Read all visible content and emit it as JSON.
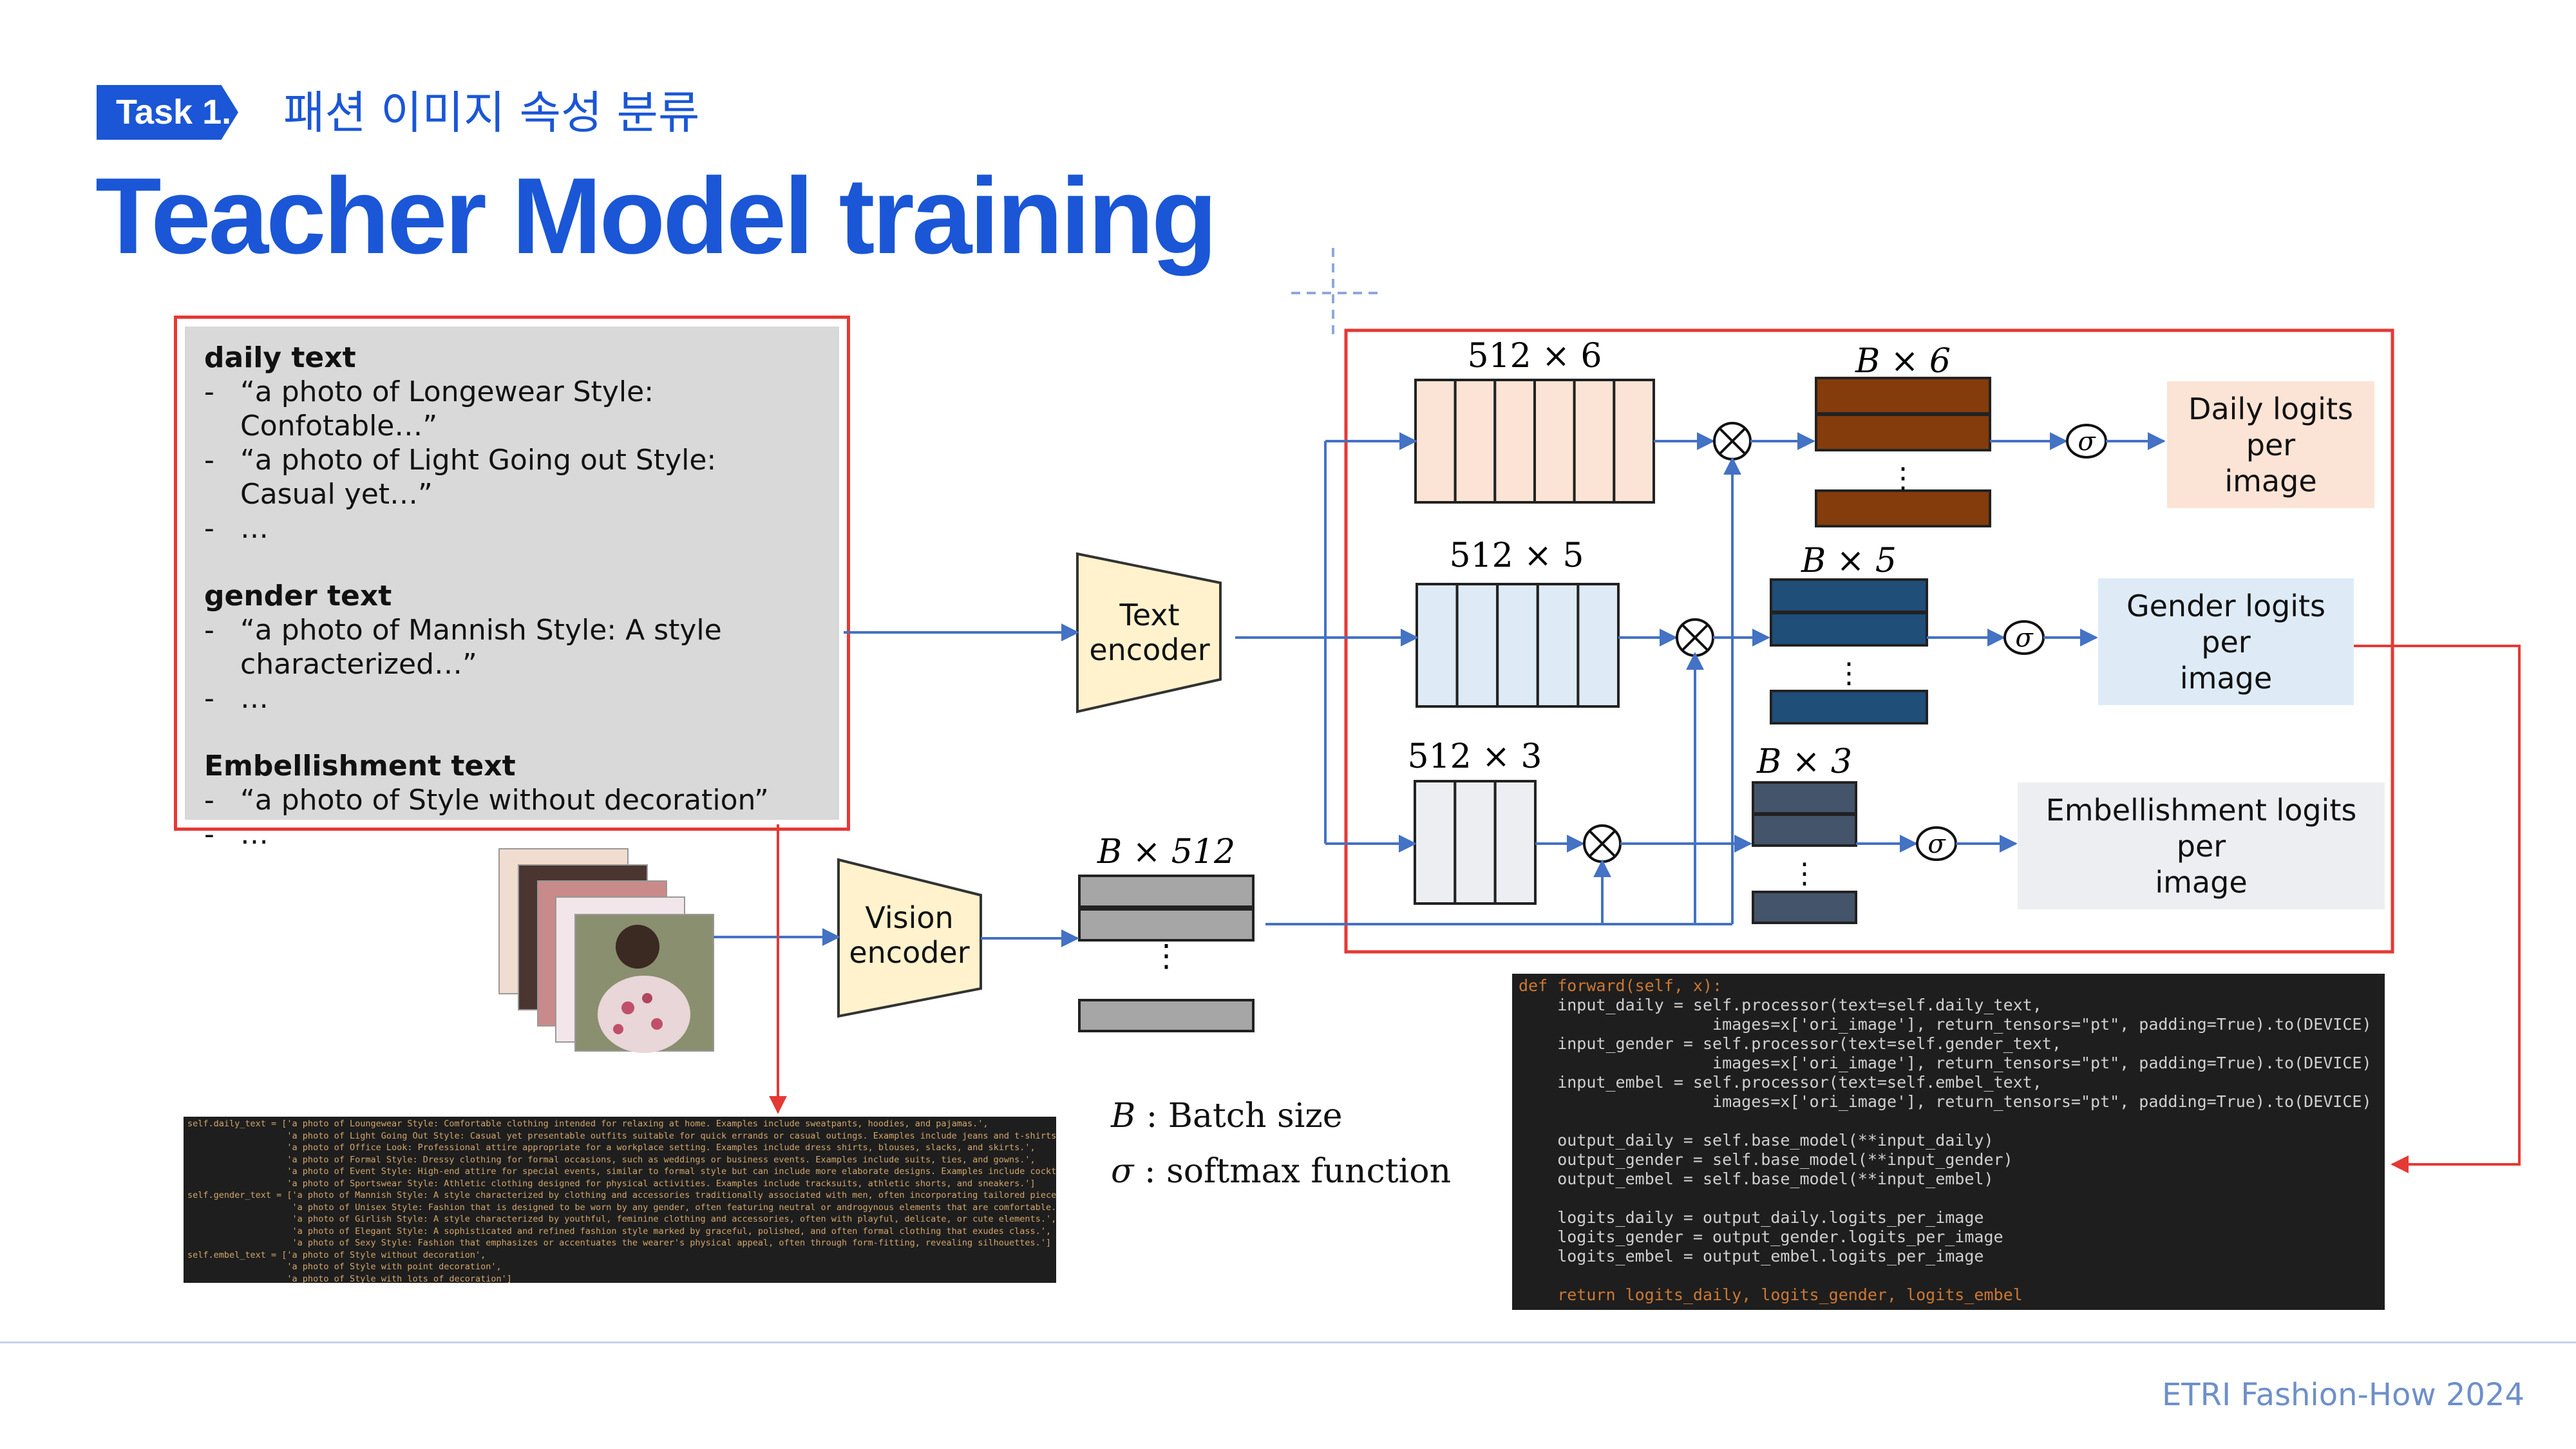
{
  "header": {
    "task_badge": "Task 1.",
    "subtitle": "패션 이미지 속성 분류",
    "title": "Teacher Model training"
  },
  "text_panel": {
    "groups": [
      {
        "heading": "daily text",
        "items": [
          "“a photo of Longewear Style: Confotable…”",
          "“a photo of Light Going out Style: Casual yet…”",
          "…"
        ]
      },
      {
        "heading": "gender text",
        "items": [
          "“a photo of Mannish Style: A style characterized…”",
          "…"
        ]
      },
      {
        "heading": "Embellishment text",
        "items": [
          "“a photo of Style without decoration”",
          "…"
        ]
      }
    ]
  },
  "diagram": {
    "text_encoder": "Text\nencoder",
    "vision_encoder": "Vision\nencoder",
    "image_feature_label": "B × 512",
    "heads": [
      {
        "weight_label": "512 × 6",
        "output_label": "B × 6",
        "result": "Daily logits\nper\nimage",
        "columns": 6,
        "weight_fill": "#fbe4d5",
        "output_fill": "#843c0c",
        "result_fill": "#fbe4d5"
      },
      {
        "weight_label": "512 × 5",
        "output_label": "B × 5",
        "result": "Gender logits\nper\nimage",
        "columns": 5,
        "weight_fill": "#deebf7",
        "output_fill": "#1f4e79",
        "result_fill": "#deebf7"
      },
      {
        "weight_label": "512 × 3",
        "output_label": "B × 3",
        "result": "Embellishment logits\nper\nimage",
        "columns": 3,
        "weight_fill": "#edeef2",
        "output_fill": "#44546a",
        "result_fill": "#edeef2"
      }
    ],
    "legend": [
      {
        "symbol": "B",
        "text": "Batch size"
      },
      {
        "symbol": "σ",
        "text": "softmax function"
      }
    ]
  },
  "code_text_defs": [
    "self.daily_text = ['a photo of Loungewear Style: Comfortable clothing intended for relaxing at home. Examples include sweatpants, hoodies, and pajamas.',",
    "                   'a photo of Light Going Out Style: Casual yet presentable outfits suitable for quick errands or casual outings. Examples include jeans and t-shirts.',",
    "                   'a photo of Office Look: Professional attire appropriate for a workplace setting. Examples include dress shirts, blouses, slacks, and skirts.',",
    "                   'a photo of Formal Style: Dressy clothing for formal occasions, such as weddings or business events. Examples include suits, ties, and gowns.',",
    "                   'a photo of Event Style: High-end attire for special events, similar to formal style but can include more elaborate designs. Examples include cocktail dresses.',",
    "                   'a photo of Sportswear Style: Athletic clothing designed for physical activities. Examples include tracksuits, athletic shorts, and sneakers.']",
    "self.gender_text = ['a photo of Mannish Style: A style characterized by clothing and accessories traditionally associated with men, often incorporating tailored pieces.',",
    "                    'a photo of Unisex Style: Fashion that is designed to be worn by any gender, often featuring neutral or androgynous elements that are comfortable.',",
    "                    'a photo of Girlish Style: A style characterized by youthful, feminine clothing and accessories, often with playful, delicate, or cute elements.',",
    "                    'a photo of Elegant Style: A sophisticated and refined fashion style marked by graceful, polished, and often formal clothing that exudes class.',",
    "                    'a photo of Sexy Style: Fashion that emphasizes or accentuates the wearer's physical appeal, often through form-fitting, revealing silhouettes.']",
    "self.embel_text = ['a photo of Style without decoration',",
    "                   'a photo of Style with point decoration',",
    "                   'a photo of Style with lots of decoration']"
  ],
  "code_forward": [
    "def forward(self, x):",
    "    input_daily = self.processor(text=self.daily_text,",
    "                    images=x['ori_image'], return_tensors=\"pt\", padding=True).to(DEVICE)",
    "    input_gender = self.processor(text=self.gender_text,",
    "                    images=x['ori_image'], return_tensors=\"pt\", padding=True).to(DEVICE)",
    "    input_embel = self.processor(text=self.embel_text,",
    "                    images=x['ori_image'], return_tensors=\"pt\", padding=True).to(DEVICE)",
    "",
    "    output_daily = self.base_model(**input_daily)",
    "    output_gender = self.base_model(**input_gender)",
    "    output_embel = self.base_model(**input_embel)",
    "",
    "    logits_daily = output_daily.logits_per_image",
    "    logits_gender = output_gender.logits_per_image",
    "    logits_embel = output_embel.logits_per_image",
    "",
    "    return logits_daily, logits_gender, logits_embel"
  ],
  "footer": "ETRI Fashion-How 2024",
  "colors": {
    "accent": "#1a56d6",
    "red": "#e53935",
    "arrow": "#4472c4"
  }
}
